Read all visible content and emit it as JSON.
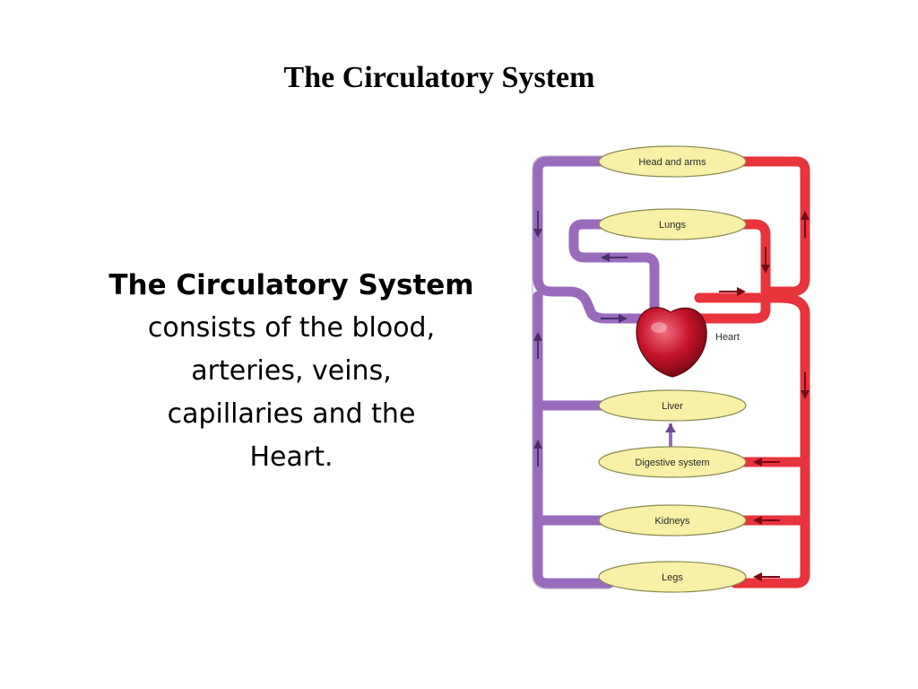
{
  "slide": {
    "title": "The Circulatory System"
  },
  "body": {
    "lead": "The Circulatory System",
    "lines": [
      "consists of the blood,",
      "arteries, veins,",
      "capillaries and the",
      "Heart."
    ]
  },
  "diagram": {
    "organs": [
      "Head and arms",
      "Lungs",
      "Liver",
      "Digestive system",
      "Kidneys",
      "Legs"
    ],
    "heart_label": "Heart",
    "colors": {
      "vein": "#9a6bbd",
      "vein_dark": "#6e4a93",
      "artery": "#e8343c",
      "artery_dark": "#b0121b",
      "organ_fill": "#f7f0a6",
      "organ_stroke": "#8a8a55",
      "heart": "#c7142a"
    }
  }
}
